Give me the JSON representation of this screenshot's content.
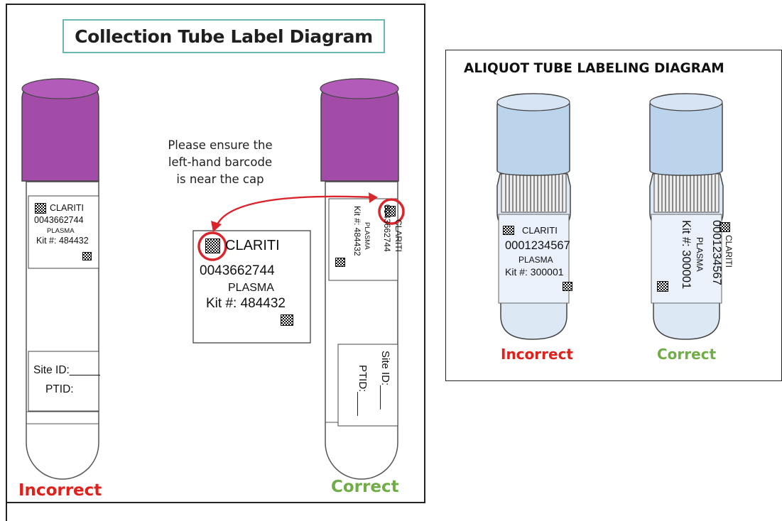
{
  "collection": {
    "title": "Collection Tube Label Diagram",
    "note_lines": [
      "Please ensure the",
      "left-hand barcode",
      "is near the cap"
    ],
    "incorrect_label": "Incorrect",
    "correct_label": "Correct",
    "label": {
      "brand": "CLARITI",
      "number": "0043662744",
      "type": "PLASMA",
      "kit": "Kit #: 484432"
    },
    "site_id": "Site ID:_____",
    "site_id_rot": "Site ID:____",
    "ptid": "PTID:",
    "ptid_rot": "PTID:____"
  },
  "aliquot": {
    "title": "ALIQUOT TUBE LABELING DIAGRAM",
    "incorrect_label": "Incorrect",
    "correct_label": "Correct",
    "label": {
      "brand": "CLARITI",
      "number": "0001234567",
      "type": "PLASMA",
      "kit": "Kit #: 300001"
    }
  },
  "colors": {
    "cap": "#a24ca8",
    "aliquot_cap": "#bcd3ec",
    "incorrect": "#e0201b",
    "correct": "#70ad47",
    "highlight": "#d9262c"
  }
}
